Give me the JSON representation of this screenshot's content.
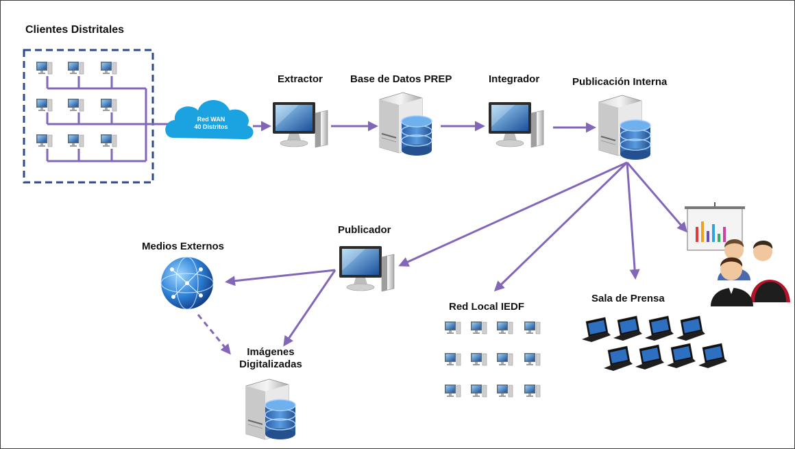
{
  "nodes": {
    "clientes": "Clientes Distritales",
    "extractor": "Extractor",
    "base_datos": "Base de Datos PREP",
    "integrador": "Integrador",
    "publicacion_interna": "Publicación Interna",
    "publicador": "Publicador",
    "medios_externos": "Medios Externos",
    "imagenes_line1": "Imágenes",
    "imagenes_line2": "Digitalizadas",
    "red_local": "Red Local IEDF",
    "sala_prensa": "Sala de Prensa"
  },
  "cloud": {
    "line1": "Red WAN",
    "line2": "40 Distritos"
  },
  "colors": {
    "arrow": "#8266b8",
    "cloud": "#1aa3e0",
    "dashed_box": "#2a4a8a",
    "db_blue": "#3a78c8"
  }
}
